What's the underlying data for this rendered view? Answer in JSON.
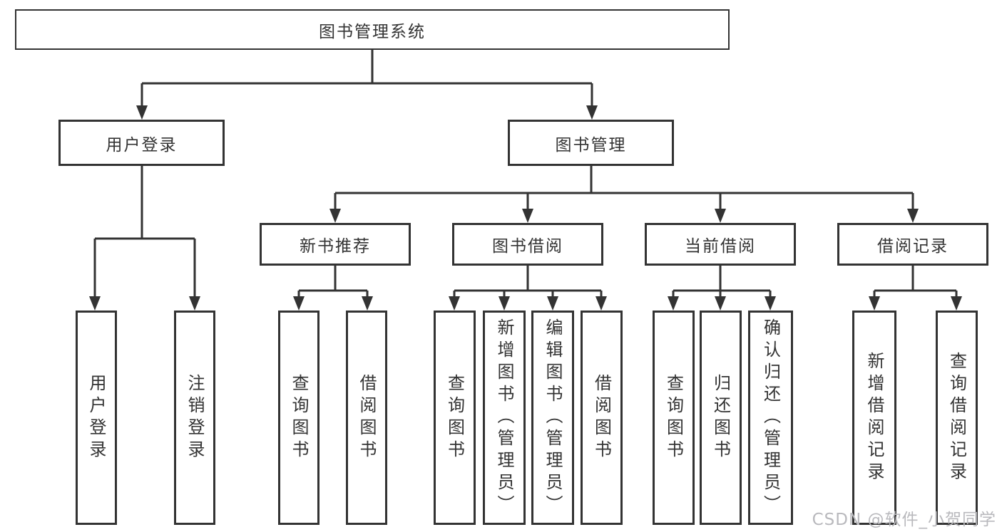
{
  "colors": {
    "line": "#333333",
    "text": "#333333",
    "watermark": "#b9b9bd",
    "background": "#ffffff"
  },
  "watermark": "CSDN @软件_小贺同学",
  "tree": {
    "root": "图书管理系统",
    "children": [
      {
        "label": "用户登录",
        "leaves": [
          "用户登录",
          "注销登录"
        ]
      },
      {
        "label": "图书管理",
        "children": [
          {
            "label": "新书推荐",
            "leaves": [
              "查询图书",
              "借阅图书"
            ]
          },
          {
            "label": "图书借阅",
            "leaves": [
              "查询图书",
              "新增图书（管理员）",
              "编辑图书（管理员）",
              "借阅图书"
            ]
          },
          {
            "label": "当前借阅",
            "leaves": [
              "查询图书",
              "归还图书",
              "确认归还（管理员）"
            ]
          },
          {
            "label": "借阅记录",
            "leaves": [
              "新增借阅记录",
              "查询借阅记录"
            ]
          }
        ]
      }
    ]
  }
}
